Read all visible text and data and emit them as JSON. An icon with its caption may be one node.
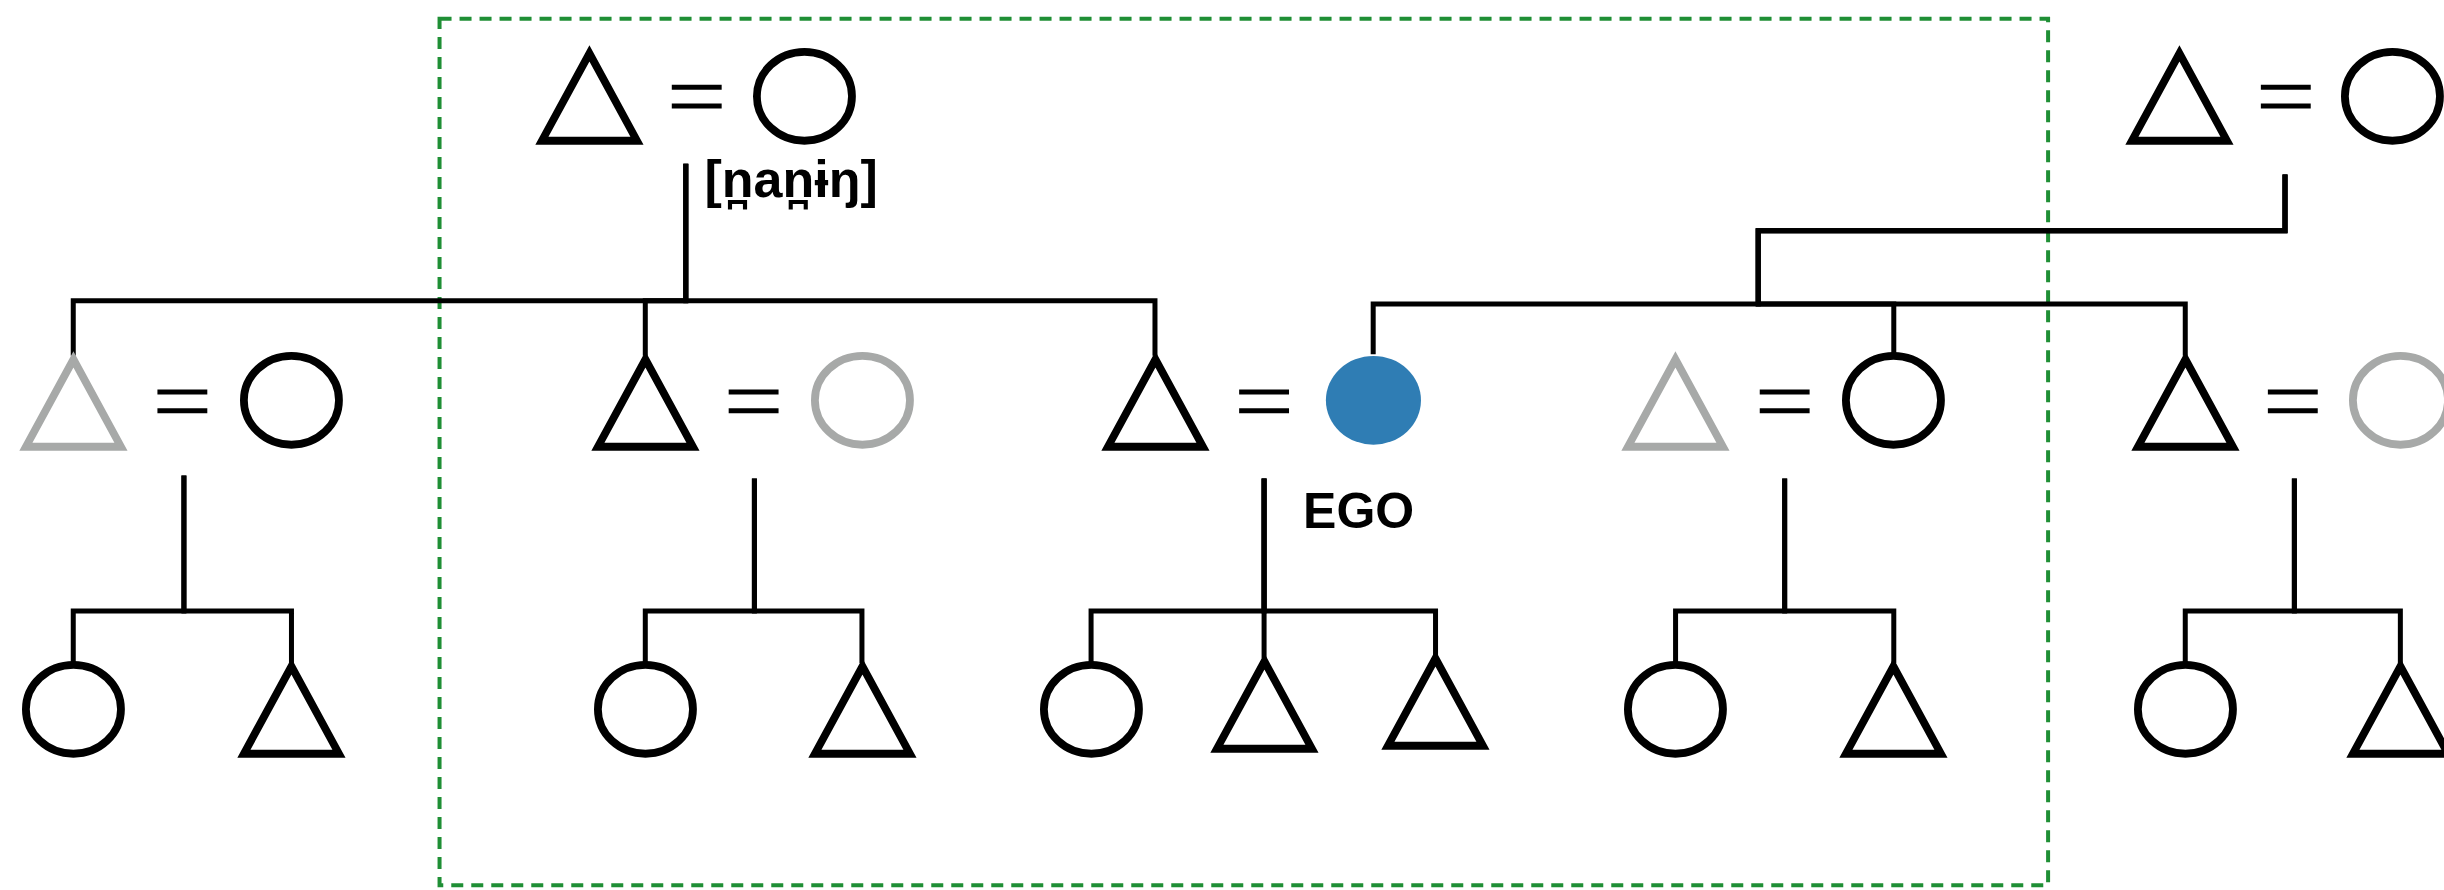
{
  "diagram": {
    "nodes": [
      {
        "text": [],
        "shape": "triangle"
      },
      {
        "text": [],
        "shape": "circle"
      },
      {
        "text": [],
        "shape": "triangle"
      },
      {
        "text": [],
        "shape": "circle"
      },
      {
        "text": [],
        "shape": "triangle"
      },
      {
        "text": [],
        "shape": "circle"
      },
      {
        "text": [],
        "shape": "triangle"
      },
      {
        "text": [],
        "shape": "circle"
      },
      {
        "text": [],
        "shape": "triangle"
      },
      {
        "text": [],
        "shape": "circle"
      },
      {
        "text": [],
        "shape": "triangle"
      },
      {
        "text": [],
        "shape": "circle"
      },
      {
        "text": [],
        "shape": "triangle"
      },
      {
        "text": [],
        "shape": "circle"
      },
      {
        "text": [],
        "shape": "circle"
      },
      {
        "text": [],
        "shape": "triangle"
      },
      {
        "text": [],
        "shape": "circle"
      },
      {
        "text": [],
        "shape": "triangle"
      },
      {
        "text": [],
        "shape": "circle"
      },
      {
        "text": [],
        "shape": "triangle"
      },
      {
        "text": [],
        "shape": "triangle"
      },
      {
        "text": [],
        "shape": "circle"
      },
      {
        "text": [],
        "shape": "triangle"
      },
      {
        "text": [],
        "shape": "circle"
      },
      {
        "text": [],
        "shape": "triangle"
      }
    ],
    "edges": [
      {
        "from": null,
        "to": 4,
        "arrow": "none"
      },
      {
        "from": null,
        "to": 6,
        "arrow": "none"
      },
      {
        "from": null,
        "to": 8,
        "arrow": "none"
      },
      {
        "from": null,
        "to": 9,
        "arrow": "none"
      },
      {
        "from": null,
        "to": 11,
        "arrow": "none"
      },
      {
        "from": null,
        "to": 12,
        "arrow": "none"
      },
      {
        "from": null,
        "to": 14,
        "arrow": "none"
      },
      {
        "from": null,
        "to": 15,
        "arrow": "none"
      },
      {
        "from": null,
        "to": 16,
        "arrow": "none"
      },
      {
        "from": null,
        "to": 17,
        "arrow": "none"
      },
      {
        "from": null,
        "to": 18,
        "arrow": "none"
      },
      {
        "from": null,
        "to": 19,
        "arrow": "none"
      },
      {
        "from": null,
        "to": 20,
        "arrow": "none"
      },
      {
        "from": null,
        "to": 21,
        "arrow": "none"
      },
      {
        "from": null,
        "to": 22,
        "arrow": "none"
      },
      {
        "from": null,
        "to": 23,
        "arrow": "none"
      },
      {
        "from": null,
        "to": 24,
        "arrow": "none"
      }
    ],
    "labels": [
      "[n̪an̪ɨŋ]",
      "EGO"
    ]
  }
}
